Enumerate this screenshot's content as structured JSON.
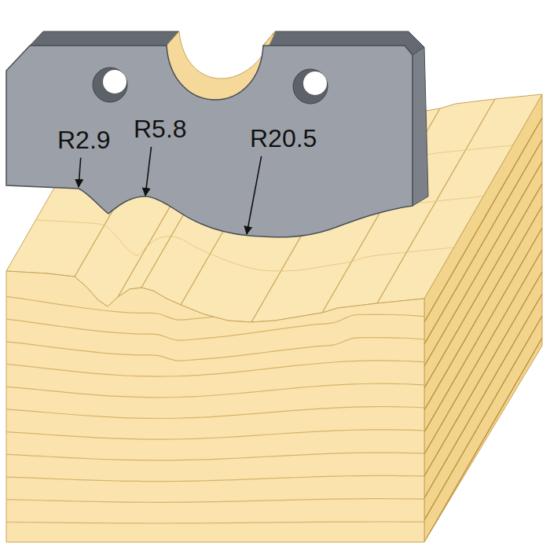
{
  "diagram": {
    "labels": [
      "R2.9",
      "R5.8",
      "R20.5"
    ]
  }
}
